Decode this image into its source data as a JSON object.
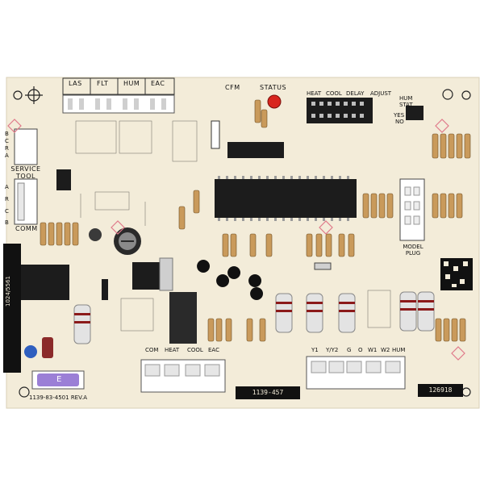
{
  "board": {
    "top_labels": [
      "LAS",
      "FLT",
      "HUM",
      "EAC"
    ],
    "cfm": "CFM",
    "status": "STATUS",
    "dip_labels": [
      "HEAT",
      "COOL",
      "DELAY",
      "ADJUST"
    ],
    "hum_stat": "HUM STAT",
    "yes_no": [
      "YES",
      "NO"
    ],
    "service_tool": "SERVICE TOOL",
    "side_letters": [
      "B",
      "C",
      "R",
      "A"
    ],
    "comm_letters": [
      "A",
      "R",
      "C",
      "B"
    ],
    "comm": "COMM",
    "model_plug": "MODEL PLUG",
    "part_number": "1139-83-4501  REV.A",
    "board_number": "1139-457",
    "barcode_number": "126918",
    "left_vertical_code": "1024/5561",
    "fuse_letter": "E",
    "bottom_terminal_labels": [
      "COM",
      "HEAT",
      "COOL",
      "EAC",
      "Y1",
      "Y/Y2",
      "G",
      "O",
      "W1",
      "W2",
      "HUM"
    ]
  },
  "colors": {
    "board": "#f3ecd9",
    "ic": "#1c1c1c",
    "connector": "#ffffff",
    "led": "#d8261e",
    "fuse": "#9b7fd6",
    "resistor": "#c99a5b",
    "capacitor": "#2a2a2a"
  }
}
